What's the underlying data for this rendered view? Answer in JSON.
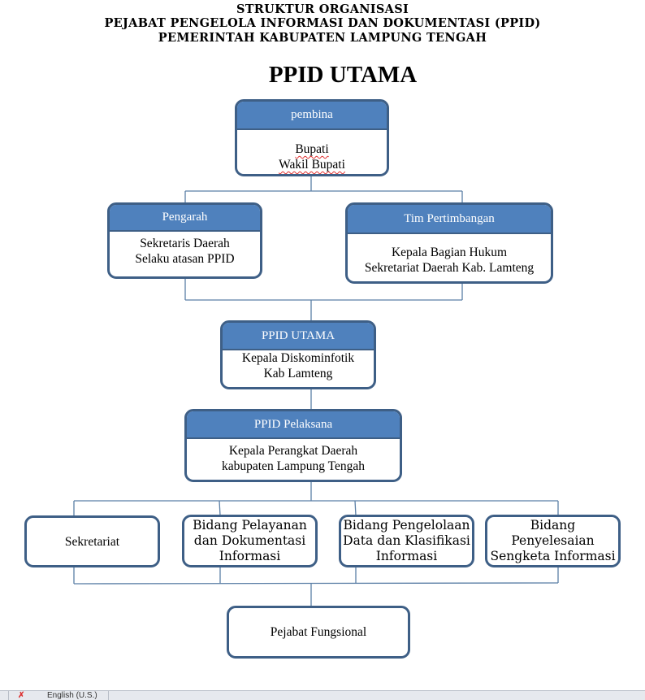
{
  "header": {
    "line1": "STRUKTUR ORGANISASI",
    "line2": "PEJABAT PENGELOLA INFORMASI DAN DOKUMENTASI (PPID)",
    "line3": "PEMERINTAH KABUPATEN LAMPUNG TENGAH"
  },
  "title": "PPID UTAMA",
  "nodes": {
    "pembina": {
      "head": "pembina",
      "lines": [
        "Bupati",
        "Wakil Bupati"
      ]
    },
    "pengarah": {
      "head": "Pengarah",
      "lines": [
        "Sekretaris Daerah",
        "Selaku atasan PPID"
      ]
    },
    "tim_pertimbangan": {
      "head": "Tim Pertimbangan",
      "lines": [
        "Kepala Bagian Hukum",
        "Sekretariat Daerah Kab. Lamteng"
      ]
    },
    "ppid_utama": {
      "head": "PPID UTAMA",
      "lines": [
        "Kepala Diskominfotik",
        "Kab Lamteng"
      ]
    },
    "ppid_pelaksana": {
      "head": "PPID Pelaksana",
      "lines": [
        "Kepala Perangkat Daerah",
        "kabupaten Lampung Tengah"
      ]
    },
    "sekretariat": {
      "lines": [
        "Sekretariat"
      ]
    },
    "bidang_pelayanan": {
      "lines": [
        "Bidang Pelayanan",
        "dan Dokumentasi",
        "Informasi"
      ]
    },
    "bidang_pengelolaan": {
      "lines": [
        "Bidang Pengelolaan",
        "Data dan Klasifikasi",
        "Informasi"
      ]
    },
    "bidang_penyelesaian": {
      "lines": [
        "Bidang Penyelesaian",
        "Sengketa Informasi"
      ]
    },
    "pejabat_fungsional": {
      "lines": [
        "Pejabat Fungsional"
      ]
    }
  },
  "colors": {
    "header_fill": "#4f81bd",
    "border": "#3e5f86",
    "connector": "#5b7fa6"
  },
  "statusbar": {
    "language": "English (U.S.)"
  }
}
